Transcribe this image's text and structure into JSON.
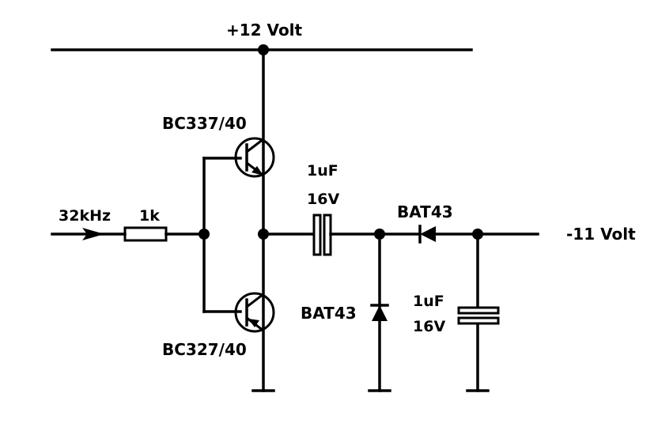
{
  "supply_positive": "+12 Volt",
  "supply_negative": "-11 Volt",
  "input": {
    "signal": "32kHz",
    "resistor": "1k"
  },
  "transistors": {
    "upper": "BC337/40",
    "lower": "BC327/40"
  },
  "coupling_capacitor": {
    "value": "1uF",
    "voltage": "16V"
  },
  "series_diode": "BAT43",
  "shunt_diode": "BAT43",
  "output_capacitor": {
    "value": "1uF",
    "voltage": "16V"
  }
}
